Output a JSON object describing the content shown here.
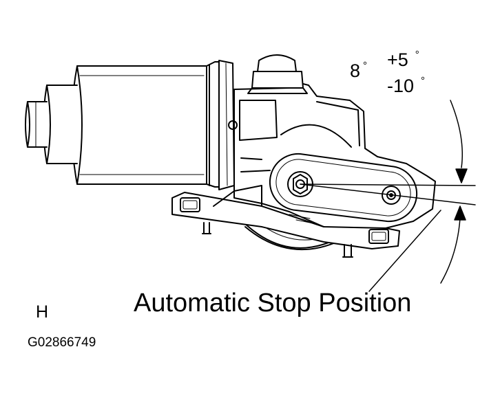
{
  "angle_labels": {
    "nominal_value": "8",
    "plus_tolerance": "+5",
    "minus_tolerance": "-10",
    "degree_symbol": "°"
  },
  "caption": "Automatic Stop Position",
  "view_letter": "H",
  "figure_code": "G02866749"
}
